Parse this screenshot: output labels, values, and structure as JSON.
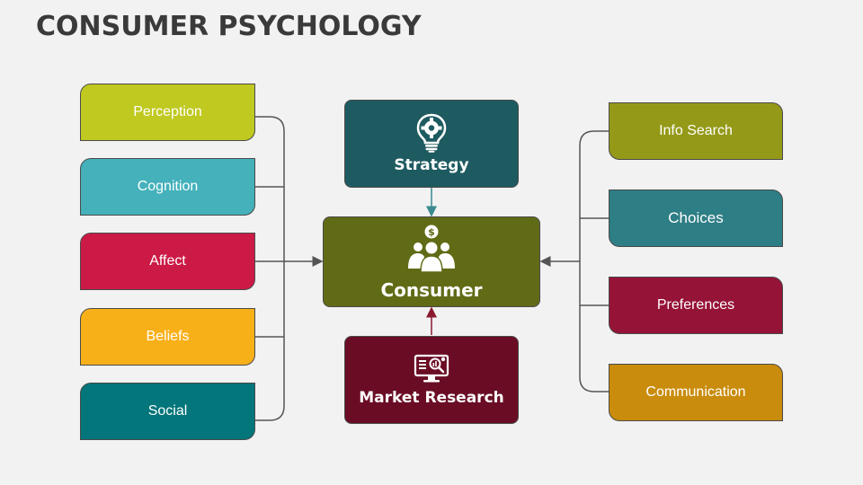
{
  "title": "CONSUMER PSYCHOLOGY",
  "colors": {
    "perception": "#c0c920",
    "cognition": "#44b1bb",
    "affect": "#cc1a46",
    "beliefs": "#f8b019",
    "social": "#02767a",
    "strategy": "#1e5b61",
    "consumer": "#616b16",
    "market_research": "#6a0d24",
    "info_search": "#949a18",
    "choices": "#2e7e85",
    "preferences": "#961338",
    "communication": "#c98c0c",
    "connector": "#555555",
    "arrow_top": "#3a8a90",
    "arrow_bottom": "#8a1a30"
  },
  "left_items": [
    {
      "label": "Perception",
      "color_key": "perception"
    },
    {
      "label": "Cognition",
      "color_key": "cognition"
    },
    {
      "label": "Affect",
      "color_key": "affect"
    },
    {
      "label": "Beliefs",
      "color_key": "beliefs"
    },
    {
      "label": "Social",
      "color_key": "social"
    }
  ],
  "right_items": [
    {
      "label": "Info Search",
      "color_key": "info_search"
    },
    {
      "label": "Choices",
      "color_key": "choices"
    },
    {
      "label": "Preferences",
      "color_key": "preferences"
    },
    {
      "label": "Communication",
      "color_key": "communication"
    }
  ],
  "center": {
    "strategy": {
      "label": "Strategy",
      "icon": "lightbulb-gear-icon"
    },
    "consumer": {
      "label": "Consumer",
      "icon": "consumer-group-icon"
    },
    "market_research": {
      "label": "Market Research",
      "icon": "monitor-analytics-icon"
    }
  }
}
